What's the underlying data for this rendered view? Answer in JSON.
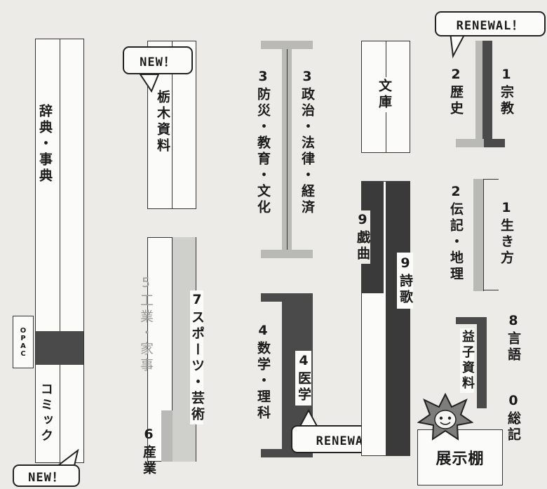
{
  "callouts": {
    "new_tochigi": "NEW！",
    "new_comic": "NEW！",
    "renewal_religion": "RENEWAL！",
    "renewal_medicine": "RENEWAL！"
  },
  "opac": [
    "O",
    "P",
    "A",
    "C"
  ],
  "sections": {
    "dictionary": "辞典・事典",
    "comic": "コミック",
    "tochigi": "栃木資料",
    "industry_work": "5工業・家事",
    "sports_art": "7スポーツ・芸術",
    "sangyo": "6産業",
    "disaster": "3防災・教育・文化",
    "politics": "3政治・法律・経済",
    "math": "4数学・理科",
    "medicine": "4医学",
    "bunko": "文庫",
    "drama": "9戯曲",
    "poetry": "9詩歌",
    "history": "2歴史",
    "religion": "1宗教",
    "biography": "2伝記・地理",
    "way_of_life": "1生き方",
    "language": "8言語",
    "shiko": "益子資料",
    "general": "0総記",
    "display": "展示棚"
  },
  "mascot": "smiling-star-mascot",
  "colors": {
    "dark": "#4a4a4a",
    "light": "#b9b9b5",
    "paper": "#fbfbf9"
  }
}
